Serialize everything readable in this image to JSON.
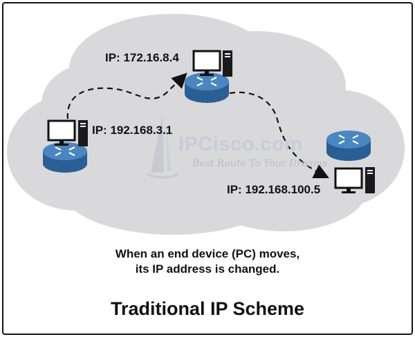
{
  "devices": {
    "top_ip": "IP: 172.16.8.4",
    "left_ip": "IP: 192.168.3.1",
    "right_ip": "IP: 192.168.100.5"
  },
  "caption": {
    "line1": "When an end device (PC) moves,",
    "line2": "its IP address is changed."
  },
  "title": "Traditional IP Scheme",
  "watermark": {
    "brand": "IPCisco.com",
    "tagline": "Best Route To Your Dreams"
  },
  "colors": {
    "cloud": "#d9d9db",
    "router_top": "#4a86c0",
    "router_side": "#2a5f96",
    "text": "#111111"
  }
}
